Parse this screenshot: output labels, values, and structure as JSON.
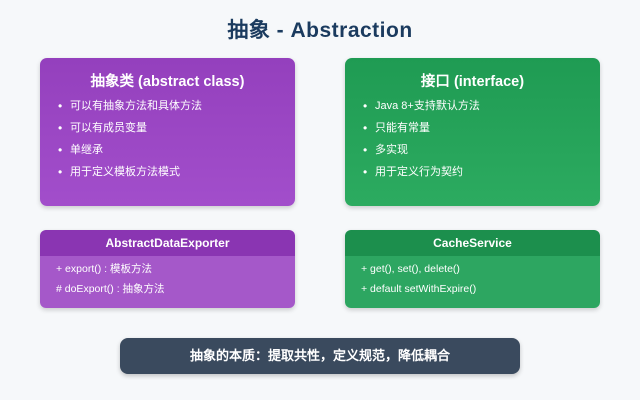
{
  "title": "抽象 - Abstraction",
  "colors": {
    "title": "#1b3b5f",
    "purple": "#9b46c3",
    "green": "#27a85c",
    "banner": "#3a4a5e",
    "background": "#f6f8fa"
  },
  "cards": {
    "abstract_class": {
      "title": "抽象类 (abstract class)",
      "bullets": [
        "可以有抽象方法和具体方法",
        "可以有成员变量",
        "单继承",
        "用于定义模板方法模式"
      ]
    },
    "interface": {
      "title": "接口 (interface)",
      "bullets": [
        "Java 8+支持默认方法",
        "只能有常量",
        "多实现",
        "用于定义行为契约"
      ]
    },
    "exporter": {
      "title": "AbstractDataExporter",
      "members": [
        "+ export() : 模板方法",
        "# doExport() : 抽象方法"
      ]
    },
    "cache": {
      "title": "CacheService",
      "members": [
        "+ get(), set(), delete()",
        "+ default setWithExpire()"
      ]
    }
  },
  "footer": "抽象的本质：提取共性，定义规范，降低耦合"
}
